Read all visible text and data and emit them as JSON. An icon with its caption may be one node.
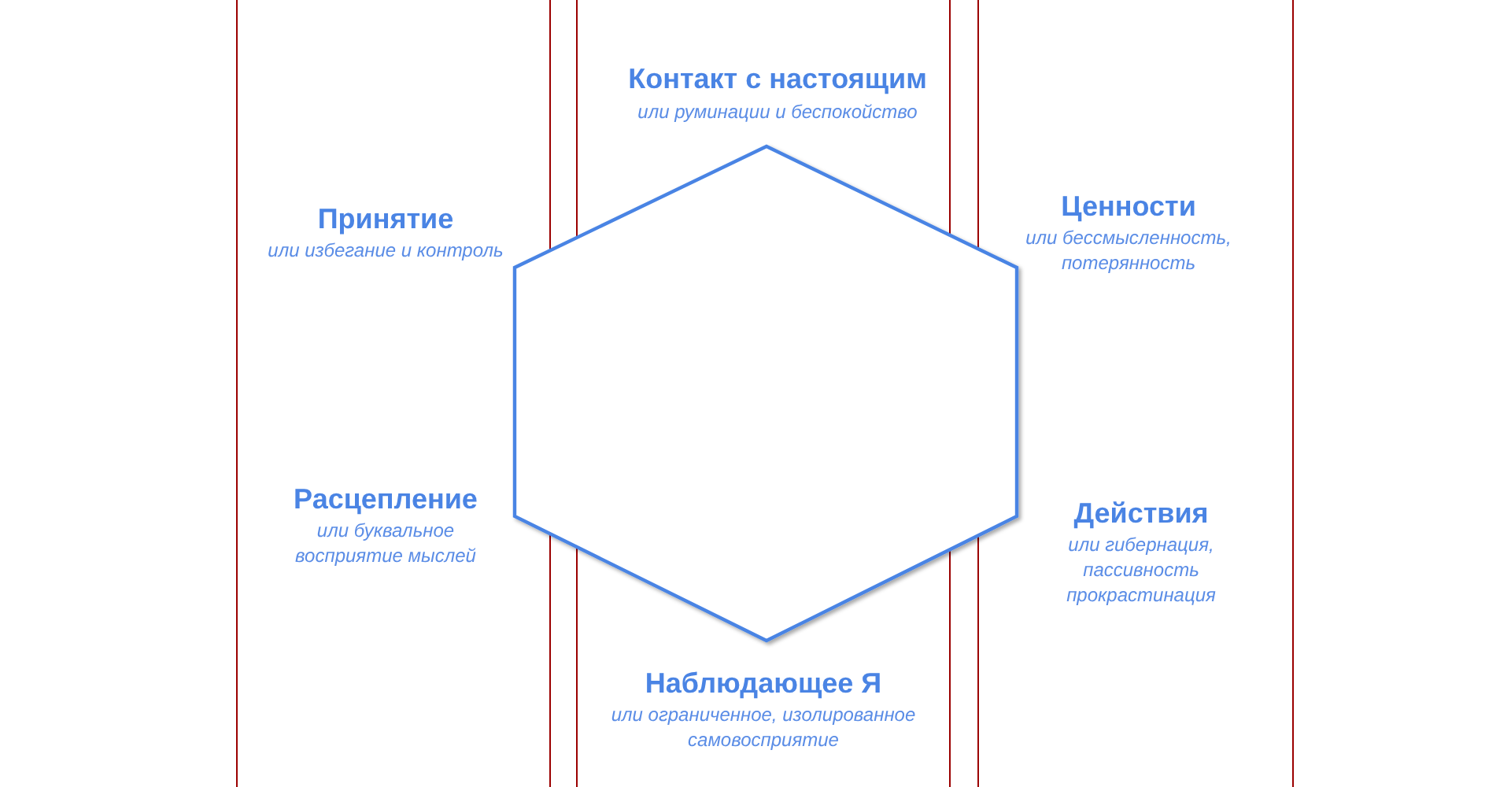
{
  "diagram": {
    "nodes": [
      {
        "text": [],
        "shape": "hexagon"
      }
    ],
    "labels": [
      "Контакт с настоящим",
      "или руминации и беспокойство",
      "Принятие",
      "или избегание и контроль",
      "Ценности",
      "или бессмысленность, потерянность",
      "Расцепление",
      "или буквальное восприятие мыслей",
      "Действия",
      "или гибернация, пассивность прокрастинация",
      "Наблюдающее Я",
      "или ограниченное, изолированное самовосприятие"
    ]
  }
}
